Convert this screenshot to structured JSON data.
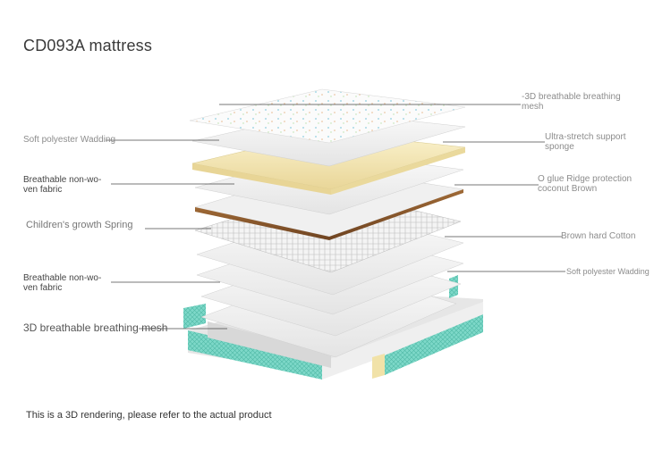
{
  "title": "CD093A mattress",
  "footnote": "This is a 3D rendering, please refer to the actual product",
  "labels_left": [
    {
      "text": "Soft polyester Wadding"
    },
    {
      "text": "Breathable non-wo-\nven fabric"
    },
    {
      "text": "Children's growth Spring"
    },
    {
      "text": "Breathable non-wo-\nven fabric"
    },
    {
      "text": "3D breathable breathing mesh"
    }
  ],
  "labels_right": [
    {
      "text": "-3D breathable breathing\nmesh"
    },
    {
      "text": "Ultra-stretch support\nsponge"
    },
    {
      "text": "O glue Ridge protection\ncoconut Brown"
    },
    {
      "text": "Brown hard Cotton"
    },
    {
      "text": "Soft polyester Wadding"
    }
  ],
  "colors": {
    "sponge": "#f3e6b0",
    "coconut": "#8a5a2e",
    "mesh_border": "#6fd0c0",
    "layer": "#f2f2f2",
    "leader": "#4a4a4a"
  }
}
